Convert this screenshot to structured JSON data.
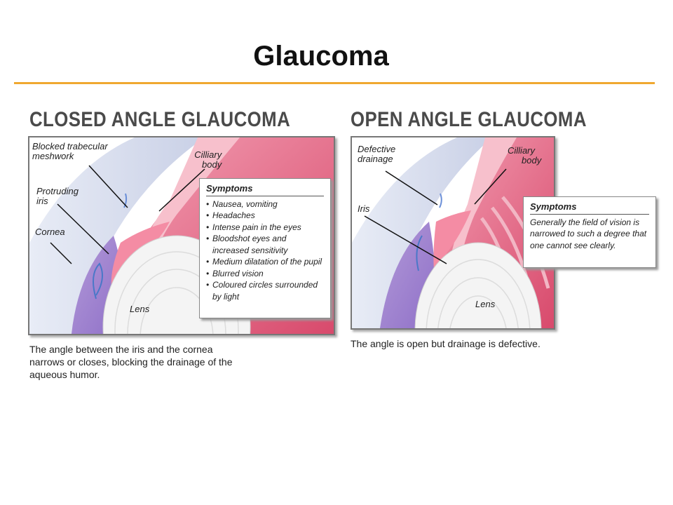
{
  "title": "Glaucoma",
  "accent_color": "#f0a830",
  "closed": {
    "heading": "CLOSED ANGLE GLAUCOMA",
    "labels": {
      "blocked": [
        "Blocked trabecular",
        "meshwork"
      ],
      "cilliary": [
        "Cilliary",
        "body"
      ],
      "protruding": [
        "Protruding",
        "iris"
      ],
      "cornea": "Cornea",
      "lens": "Lens"
    },
    "symptoms_title": "Symptoms",
    "symptoms": [
      "Nausea, vomiting",
      "Headaches",
      "Intense pain in the eyes",
      "Bloodshot eyes and increased sensitivity",
      "Medium dilatation of the pupil",
      "Blurred vision",
      "Coloured circles surrounded by light"
    ],
    "caption": "The angle between the iris and the cornea narrows or closes, blocking the drainage of the aqueous humor."
  },
  "open": {
    "heading": "OPEN ANGLE GLAUCOMA",
    "labels": {
      "defective": [
        "Defective",
        "drainage"
      ],
      "cilliary": [
        "Cilliary",
        "body"
      ],
      "iris": "Iris",
      "lens": "Lens"
    },
    "symptoms_title": "Symptoms",
    "symptoms_text": "Generally the field of vision is narrowed to such a degree that one cannot see clearly.",
    "caption": "The angle is open but drainage is defective."
  }
}
